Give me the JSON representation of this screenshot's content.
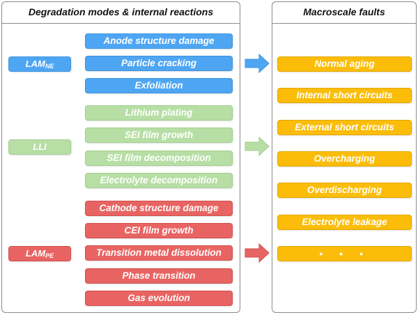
{
  "left_panel": {
    "title": "Degradation modes & internal reactions"
  },
  "right_panel": {
    "title": "Macroscale faults"
  },
  "modes": {
    "lam_ne": {
      "base": "LAM",
      "sub": "NE"
    },
    "lli": {
      "label": "LLI"
    },
    "lam_pe": {
      "base": "LAM",
      "sub": "PE"
    }
  },
  "reactions": {
    "ne": [
      "Anode structure damage",
      "Particle cracking",
      "Exfoliation"
    ],
    "lli": [
      "Lithium plating",
      "SEI film growth",
      "SEI film decomposition",
      "Electrolyte decomposition"
    ],
    "pe": [
      "Cathode structure damage",
      "CEI film growth",
      "Transition metal dissolution",
      "Phase transition",
      "Gas evolution"
    ]
  },
  "faults": [
    "Normal aging",
    "Internal short circuits",
    "External short circuits",
    "Overcharging",
    "Overdischarging",
    "Electrolyte leakage",
    "• • •"
  ],
  "colors": {
    "lam_ne": "#4ea6f3",
    "lli": "#b7dfa5",
    "lam_pe": "#e86462",
    "faults": "#fbbd09"
  }
}
